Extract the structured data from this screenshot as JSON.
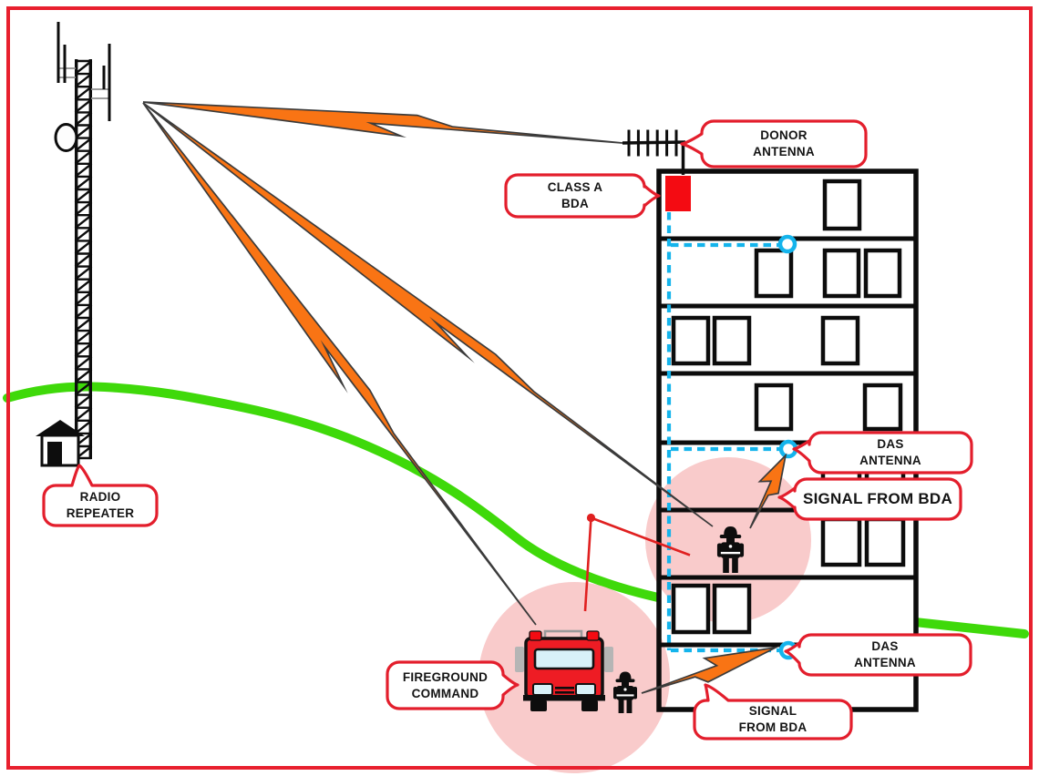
{
  "callouts": {
    "donor_antenna": {
      "label": "DONOR ANTENNA"
    },
    "class_a_bda": {
      "label": "CLASS A BDA"
    },
    "radio_repeater": {
      "label": "RADIO REPEATER"
    },
    "das_antenna_upper": {
      "label": "DAS ANTENNA"
    },
    "signal_from_bda_upper": {
      "label": "SIGNAL FROM BDA"
    },
    "das_antenna_lower": {
      "label": "DAS ANTENNA"
    },
    "signal_from_bda_lower": {
      "label": "SIGNAL FROM BDA"
    },
    "fireground_command": {
      "label": "FIREGROUND COMMAND"
    }
  },
  "colors": {
    "border_red": "#e8202e",
    "callout_red": "#e31e2c",
    "signal_orange": "#f97414",
    "terrain_green": "#3fd90a",
    "das_cyan": "#14b4ec",
    "coverage_pink": "#f9cbcb",
    "truck_red": "#ee1c24"
  },
  "icons": {
    "radio_tower": "lattice-tower-icon",
    "satellite_dish": "dish-icon",
    "equipment_shed": "shed-icon",
    "donor_antenna": "yagi-antenna-icon",
    "bda_unit": "red-box-icon",
    "das_node": "cyan-circle-icon",
    "signal": "lightning-bolt-icon",
    "firefighter": "firefighter-icon",
    "fire_truck": "fire-engine-icon",
    "coverage": "pink-circle-icon"
  }
}
